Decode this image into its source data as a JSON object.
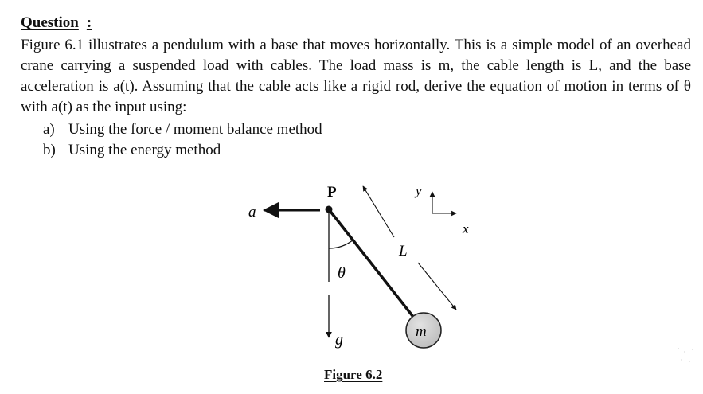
{
  "question": {
    "heading": "Question",
    "colon": ":",
    "paragraph_lines": [
      "Figure 6.1 illustrates a pendulum with a base that moves horizontally. This is a simple model of an",
      "overhead crane carrying a suspended load with cables. The load mass is m, the cable length is L, and the",
      "base acceleration is a(t). Assuming that the cable acts like a rigid rod, derive the equation of motion in",
      "terms of θ with a(t) as the input using:"
    ],
    "items": [
      {
        "label": "a)",
        "text": "Using the force / moment balance method"
      },
      {
        "label": "b)",
        "text": "Using the energy method"
      }
    ]
  },
  "figure": {
    "labels": {
      "acceleration": "a",
      "pivot": "P",
      "angle": "θ",
      "gravity": "g",
      "length": "L",
      "mass": "m",
      "y_axis": "y",
      "x_axis": "x"
    },
    "caption": "Figure 6.2"
  }
}
